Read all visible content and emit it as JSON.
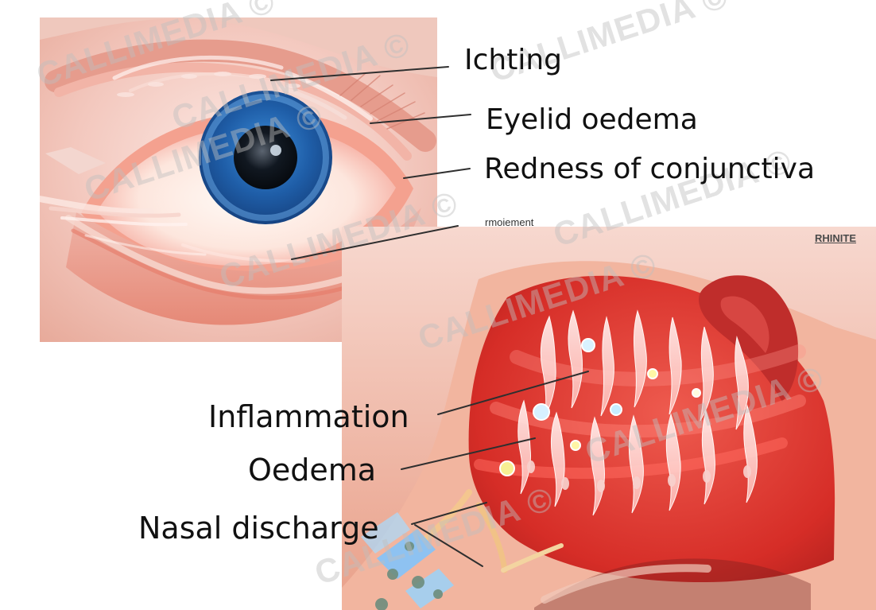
{
  "eye_labels": {
    "itching": "Ichting",
    "eyelid_oedema": "Eyelid oedema",
    "redness": "Redness of conjunctiva",
    "small_text": "rmoiement"
  },
  "nose_labels": {
    "section_tag": "RHINITE",
    "inflammation": "Inflammation",
    "oedema": "Oedema",
    "nasal_discharge": "Nasal discharge"
  },
  "watermarks": {
    "text": "CALLIMEDIA ©"
  },
  "colors": {
    "label_text": "#111111",
    "eye_background": "#f6d7d1",
    "iris_blue": "#1f5ea8",
    "mucosa_red": "#d92f2b",
    "skin_tone": "#efb29f"
  }
}
